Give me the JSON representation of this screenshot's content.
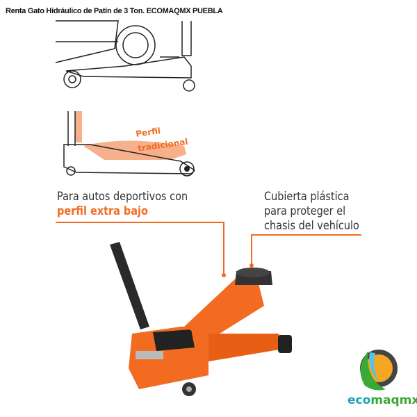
{
  "title": "Renta Gato Hidráulico de Patín de 3 Ton. ECOMAQMX PUEBLA",
  "profile_label": [
    "Perfil",
    "tradicional"
  ],
  "caption_left": {
    "line1": "Para autos deportivos con",
    "line2": "perfil extra bajo"
  },
  "caption_right": [
    "Cubierta plástica",
    "para proteger el",
    "chasis del vehículo"
  ],
  "logo": {
    "part1": "eco",
    "part2": "maqmx"
  },
  "colors": {
    "accent": "#f26b21",
    "logo_teal": "#1aa3b5",
    "logo_green": "#3aa935"
  }
}
